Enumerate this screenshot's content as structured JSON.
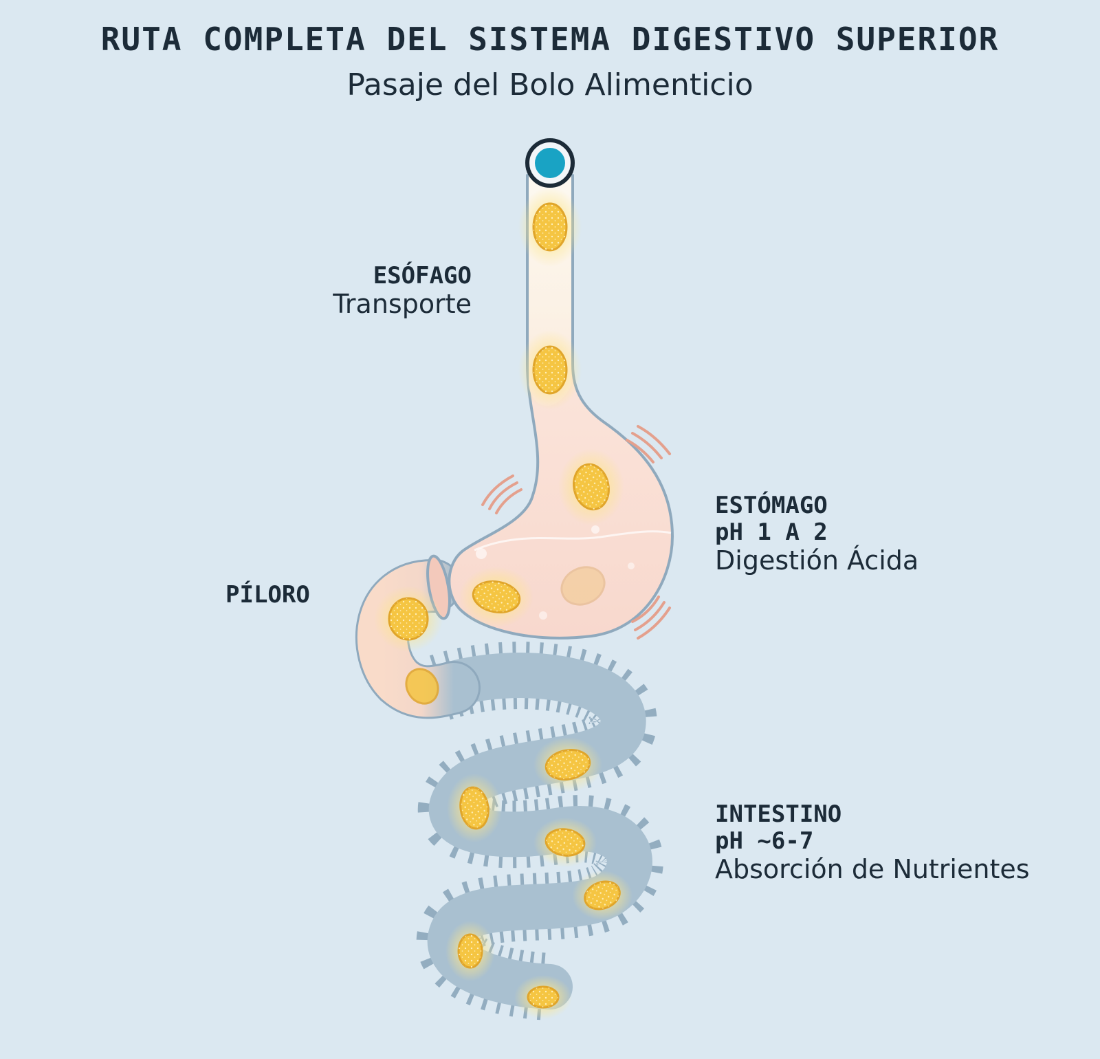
{
  "header": {
    "title": "RUTA COMPLETA DEL SISTEMA DIGESTIVO SUPERIOR",
    "subtitle": "Pasaje del Bolo Alimenticio"
  },
  "labels": {
    "esofago": {
      "name": "ESÓFAGO",
      "function": "Transporte"
    },
    "piloro": {
      "name": "PÍLORO"
    },
    "estomago": {
      "name": "ESTÓMAGO",
      "ph": "pH 1 A 2",
      "function": "Digestión Ácida"
    },
    "intestino": {
      "name": "INTESTINO",
      "ph": "pH ~6-7",
      "function": "Absorción de Nutrientes"
    }
  },
  "colors": {
    "background": "#dbe8f1",
    "text": "#1c2b38",
    "bolus": "#f5c542",
    "bolus_edge": "#e0a52a",
    "esophagus_fill": "#fbf6ec",
    "stomach_fill": "#fbe1d8",
    "intestine_fill": "#a9c0d0",
    "outline": "#8fa9bd",
    "start_dot": "#19a3c4",
    "peristalsis_marks": "#e4a08d"
  },
  "icons": {
    "start": "entry-point-icon",
    "bolus": "food-bolus-icon",
    "contraction": "peristalsis-wave-icon",
    "villi": "villi-icon"
  }
}
